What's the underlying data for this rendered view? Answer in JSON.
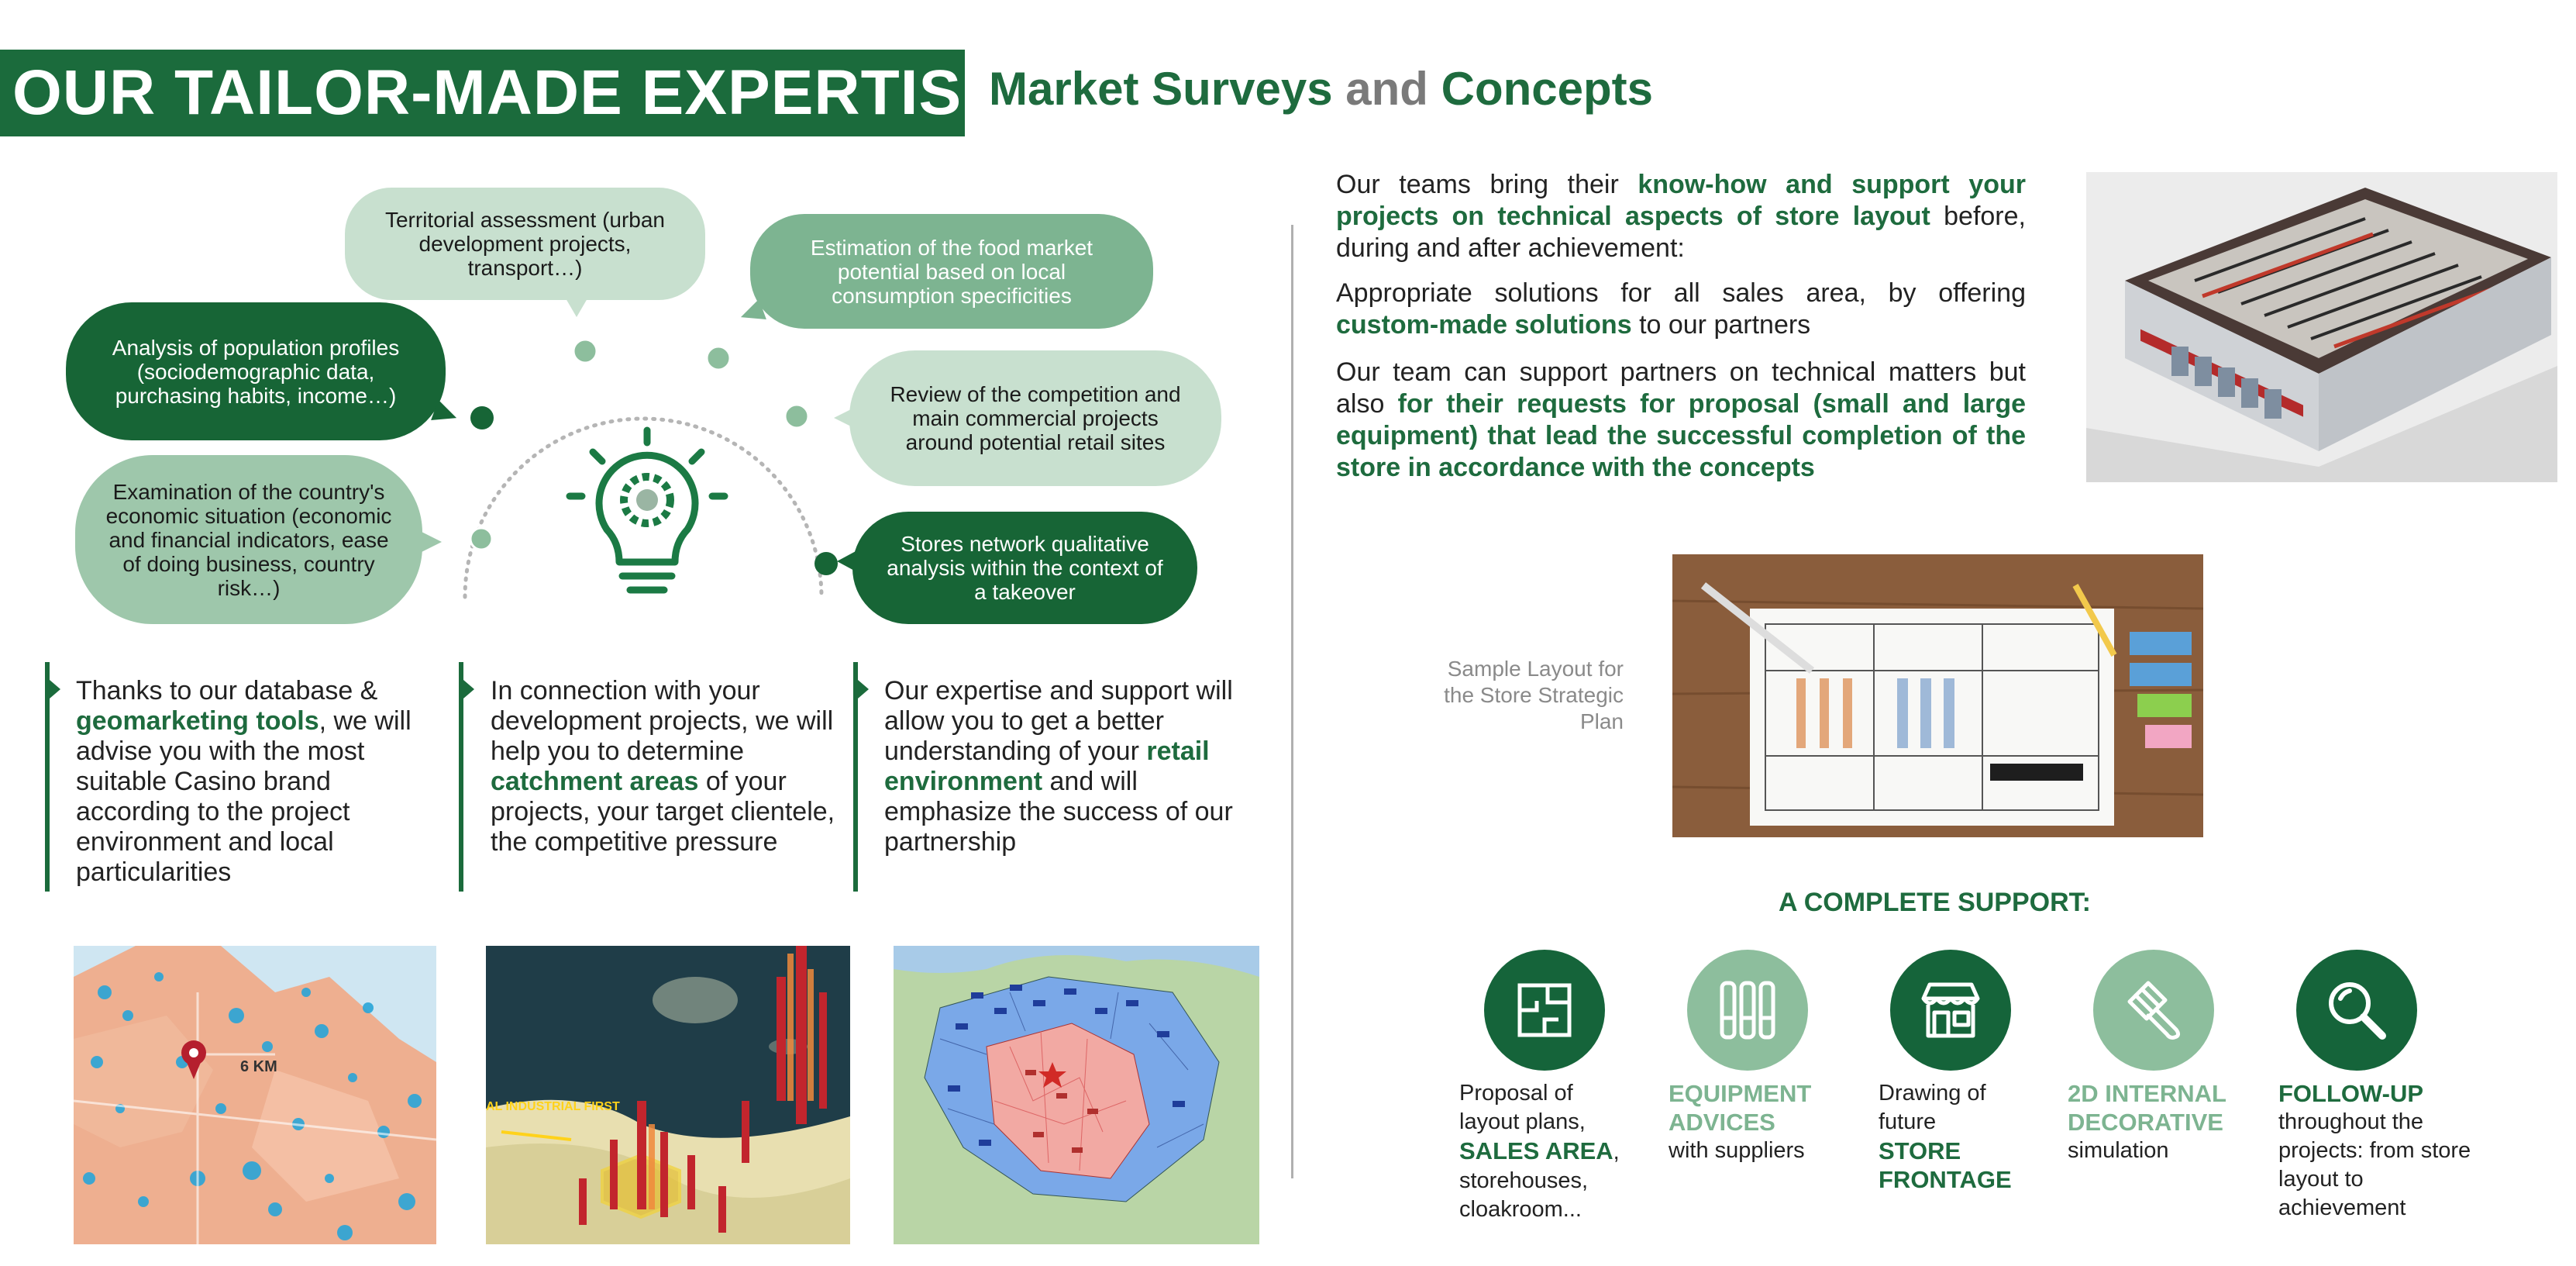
{
  "header": {
    "title": "OUR TAILOR-MADE EXPERTISE",
    "subtitle_part1": "Market Surveys",
    "subtitle_and": "and",
    "subtitle_part2": "Concepts"
  },
  "bubbles": {
    "territorial": "Territorial assessment (urban development projects, transport…)",
    "food_market": "Estimation of the food market potential based on local consumption specificities",
    "population": "Analysis of population profiles (sociodemographic data, purchasing habits, income…)",
    "competition": "Review of the competition and main commercial projects around potential retail sites",
    "economic": "Examination of the country's economic situation (economic and financial indicators, ease of doing business, country risk…)",
    "network": "Stores network qualitative analysis within the context of a takeover"
  },
  "columns": {
    "col1": {
      "before": "Thanks to our database &",
      "highlight": "geomarketing tools",
      "after": ", we will advise you with the most suitable Casino brand according to the project environment and local particularities"
    },
    "col2": {
      "before": "In connection with your development projects, we will help you to determine",
      "highlight": "catchment areas",
      "after": "of your projects, your target clientele, the competitive pressure"
    },
    "col3": {
      "before": "Our expertise and support will allow you to get a better understanding of your",
      "highlight": "retail environment",
      "after": "and will emphasize the success of our partnership"
    }
  },
  "maps": {
    "map1_label": "6 KM",
    "map2_label": "AL INDUSTRIAL FIRST"
  },
  "right": {
    "p1_before": "Our teams bring their",
    "p1_highlight": "know-how and support your projects on technical aspects of store layout",
    "p1_after": "before, during and after achievement:",
    "p2_before": "Appropriate solutions for all sales area, by offering",
    "p2_highlight": "custom-made solutions",
    "p2_after": "to our partners",
    "p3_before": "Our team can support partners on technical matters but also",
    "p3_highlight": "for their requests for proposal (small and large equipment) that lead the successful completion of the store in accordance with the concepts",
    "sample_caption": "Sample Layout for the Store Strategic Plan",
    "support_title": "A COMPLETE SUPPORT:"
  },
  "support": [
    {
      "icon": "floor-plan-icon",
      "lines": [
        "Proposal of",
        "layout plans,"
      ],
      "highlight": "SALES AREA",
      "after": ", storehouses, cloakroom..."
    },
    {
      "icon": "equipment-icon",
      "highlight": "EQUIPMENT ADVICES",
      "after": "with suppliers"
    },
    {
      "icon": "storefront-icon",
      "before": "Drawing of future",
      "highlight": "STORE FRONTAGE"
    },
    {
      "icon": "paintbrush-icon",
      "highlight": "2D INTERNAL DECORATIVE",
      "after": "simulation"
    },
    {
      "icon": "magnifier-icon",
      "highlight": "FOLLOW-UP",
      "after": "throughout the projects: from store layout to achievement"
    }
  ],
  "colors": {
    "dark_green": "#1b6b3c",
    "mid_green": "#7db491",
    "light_green": "#9ec7ab",
    "gray": "#7a7a7a"
  }
}
